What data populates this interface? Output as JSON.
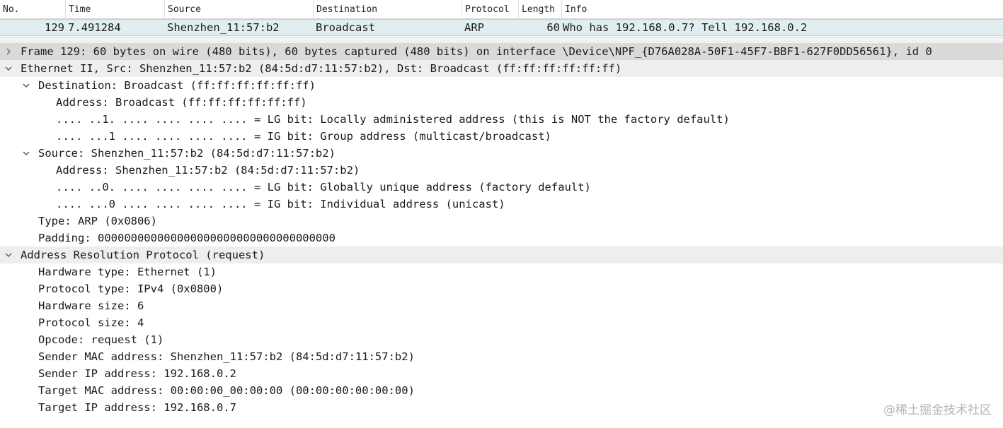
{
  "packet_list": {
    "columns": [
      "No.",
      "Time",
      "Source",
      "Destination",
      "Protocol",
      "Length",
      "Info"
    ],
    "sort_indicator": "^",
    "row": {
      "no": "129",
      "time": "7.491284",
      "source": "Shenzhen_11:57:b2",
      "destination": "Broadcast",
      "protocol": "ARP",
      "length": "60",
      "info": "Who has 192.168.0.7? Tell 192.168.0.2"
    },
    "row_bg": "#e1eef1"
  },
  "details": [
    {
      "state": "collapsed",
      "text": "Frame 129: 60 bytes on wire (480 bits), 60 bytes captured (480 bits) on interface \\Device\\NPF_{D76A028A-50F1-45F7-BBF1-627F0DD56561}, id 0"
    },
    {
      "state": "expanded",
      "text": "Ethernet II, Src: Shenzhen_11:57:b2 (84:5d:d7:11:57:b2), Dst: Broadcast (ff:ff:ff:ff:ff:ff)"
    },
    {
      "state": "expanded",
      "text": "Destination: Broadcast (ff:ff:ff:ff:ff:ff)"
    },
    {
      "state": "none",
      "text": "Address: Broadcast (ff:ff:ff:ff:ff:ff)"
    },
    {
      "state": "none",
      "text": ".... ..1. .... .... .... .... = LG bit: Locally administered address (this is NOT the factory default)"
    },
    {
      "state": "none",
      "text": ".... ...1 .... .... .... .... = IG bit: Group address (multicast/broadcast)"
    },
    {
      "state": "expanded",
      "text": "Source: Shenzhen_11:57:b2 (84:5d:d7:11:57:b2)"
    },
    {
      "state": "none",
      "text": "Address: Shenzhen_11:57:b2 (84:5d:d7:11:57:b2)"
    },
    {
      "state": "none",
      "text": ".... ..0. .... .... .... .... = LG bit: Globally unique address (factory default)"
    },
    {
      "state": "none",
      "text": ".... ...0 .... .... .... .... = IG bit: Individual address (unicast)"
    },
    {
      "state": "none",
      "text": "Type: ARP (0x0806)"
    },
    {
      "state": "none",
      "text": "Padding: 000000000000000000000000000000000000"
    },
    {
      "state": "expanded",
      "text": "Address Resolution Protocol (request)"
    },
    {
      "state": "none",
      "text": "Hardware type: Ethernet (1)"
    },
    {
      "state": "none",
      "text": "Protocol type: IPv4 (0x0800)"
    },
    {
      "state": "none",
      "text": "Hardware size: 6"
    },
    {
      "state": "none",
      "text": "Protocol size: 4"
    },
    {
      "state": "none",
      "text": "Opcode: request (1)"
    },
    {
      "state": "none",
      "text": "Sender MAC address: Shenzhen_11:57:b2 (84:5d:d7:11:57:b2)"
    },
    {
      "state": "none",
      "text": "Sender IP address: 192.168.0.2"
    },
    {
      "state": "none",
      "text": "Target MAC address: 00:00:00_00:00:00 (00:00:00:00:00:00)"
    },
    {
      "state": "none",
      "text": "Target IP address: 192.168.0.7"
    }
  ],
  "watermark": "@稀土掘金技术社区"
}
